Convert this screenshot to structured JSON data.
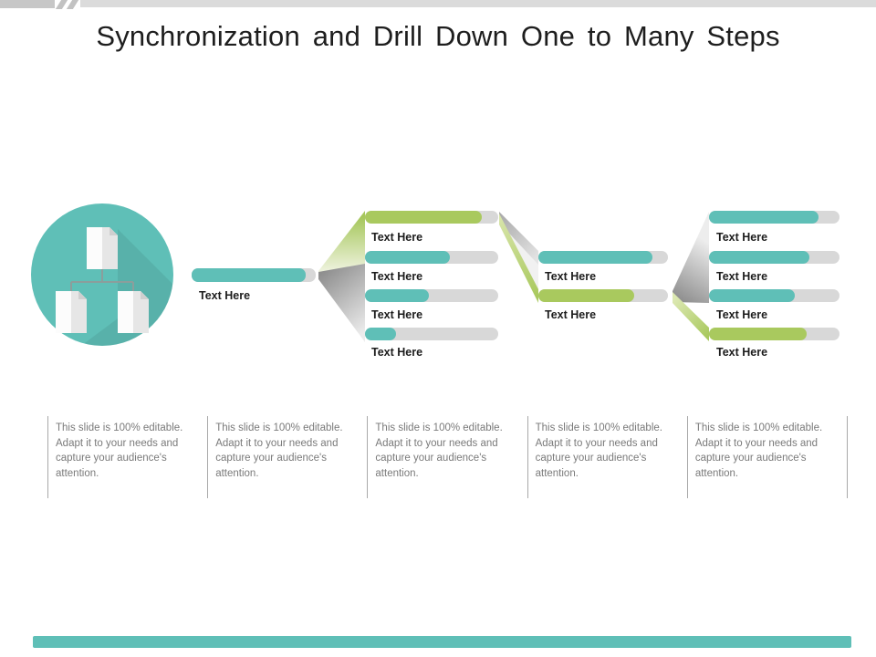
{
  "page": {
    "title": "Synchronization and Drill Down One to Many Steps"
  },
  "colors": {
    "teal": "#5FBFB7",
    "green": "#A9C95E",
    "track": "#D8D8D8",
    "accent_bar": "#5FBFB7",
    "label_text": "#1C1C1C",
    "footer_text": "#7A7A7A"
  },
  "diagram": {
    "source": {
      "icon": "documents-hierarchy-icon",
      "bar": {
        "label": "Text Here",
        "fill_pct": 92,
        "color": "teal"
      }
    },
    "level2": [
      {
        "label": "Text Here",
        "fill_pct": 88,
        "color": "green"
      },
      {
        "label": "Text Here",
        "fill_pct": 64,
        "color": "teal"
      },
      {
        "label": "Text Here",
        "fill_pct": 48,
        "color": "teal"
      },
      {
        "label": "Text Here",
        "fill_pct": 23,
        "color": "teal"
      }
    ],
    "level3": [
      {
        "label": "Text Here",
        "fill_pct": 88,
        "color": "teal"
      },
      {
        "label": "Text Here",
        "fill_pct": 74,
        "color": "green"
      }
    ],
    "level4": [
      {
        "label": "Text Here",
        "fill_pct": 84,
        "color": "teal"
      },
      {
        "label": "Text Here",
        "fill_pct": 77,
        "color": "teal"
      },
      {
        "label": "Text Here",
        "fill_pct": 66,
        "color": "teal"
      },
      {
        "label": "Text Here",
        "fill_pct": 75,
        "color": "green"
      }
    ]
  },
  "footer": {
    "items": [
      "This slide is 100% editable. Adapt it to your needs and capture your audience's attention.",
      "This slide is 100% editable. Adapt it to your needs and capture your audience's attention.",
      "This slide is 100% editable. Adapt it to your needs and capture your audience's attention.",
      "This slide is 100% editable. Adapt it to your needs and capture your audience's attention.",
      "This slide is 100% editable. Adapt it to your needs and capture your audience's attention."
    ]
  }
}
